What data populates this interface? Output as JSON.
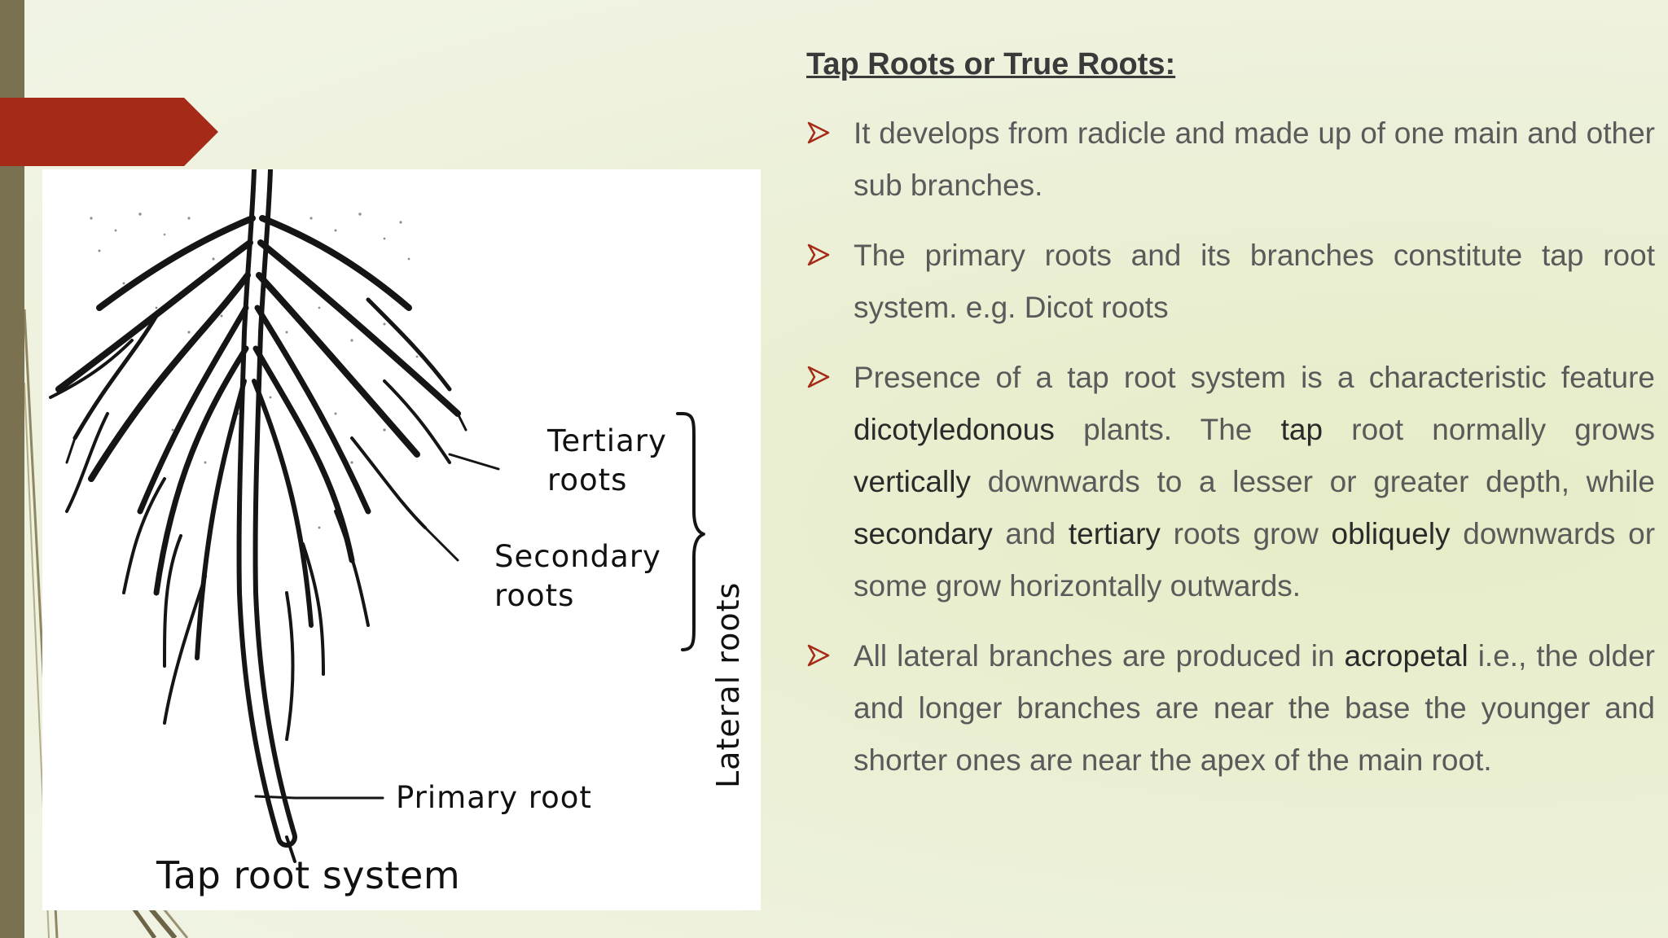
{
  "slide": {
    "heading": "Tap Roots or True Roots:",
    "bullets": [
      {
        "parts": [
          "It develops from radicle and made up of one main and other sub branches."
        ]
      },
      {
        "parts": [
          "The primary roots and its branches constitute tap root system. e.g. Dicot roots"
        ]
      },
      {
        "p1": "Presence of a tap root system is a characteristic feature ",
        "b1": "dicotyledonous",
        "p2": " plants. The ",
        "b2": "tap",
        "p3": " root normally grows ",
        "b3": "vertically",
        "p4": " downwards to a lesser or greater depth, while ",
        "b4": "secondary",
        "p5": " and ",
        "b5": "tertiary",
        "p6": " roots grow ",
        "b6": "obliquely",
        "p7": " downwards or some grow horizontally outwards."
      },
      {
        "p1": "All lateral branches are produced in ",
        "b1": "acropetal",
        "p2": " i.e., the older and longer branches are near the base the younger and shorter ones are near the apex of the main root."
      }
    ]
  },
  "figure": {
    "labels": {
      "tertiary": [
        "Tertiary",
        "roots"
      ],
      "secondary": [
        "Secondary",
        "roots"
      ],
      "primary": "Primary root",
      "lateral": "Lateral roots"
    },
    "caption": "Tap root system"
  },
  "colors": {
    "accent_red": "#a52a17",
    "bar": "#7a7151",
    "bullet_arrow": "#a52a17",
    "text": "#5a5a5a",
    "text_emphasis": "#2a2a2a"
  },
  "icons": {
    "bullet": "arrowhead-bullet-icon"
  }
}
